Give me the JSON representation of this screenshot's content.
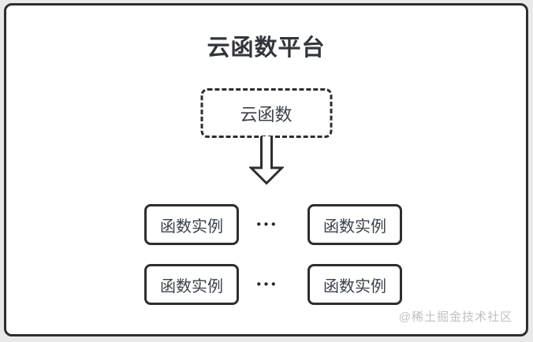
{
  "diagram": {
    "title": "云函数平台",
    "cloud_function": {
      "label": "云函数"
    },
    "rows": [
      {
        "left_label": "函数实例",
        "dots": "•••",
        "right_label": "函数实例"
      },
      {
        "left_label": "函数实例",
        "dots": "•••",
        "right_label": "函数实例"
      }
    ],
    "watermark": "@稀土掘金技术社区",
    "colors": {
      "outer_background": "#e9e9e9",
      "canvas_background": "#ffffff",
      "stroke": "#2e2e2e",
      "title_text": "#32363b",
      "box_text": "#3b414a",
      "watermark_text": "#c0c0c0"
    }
  }
}
